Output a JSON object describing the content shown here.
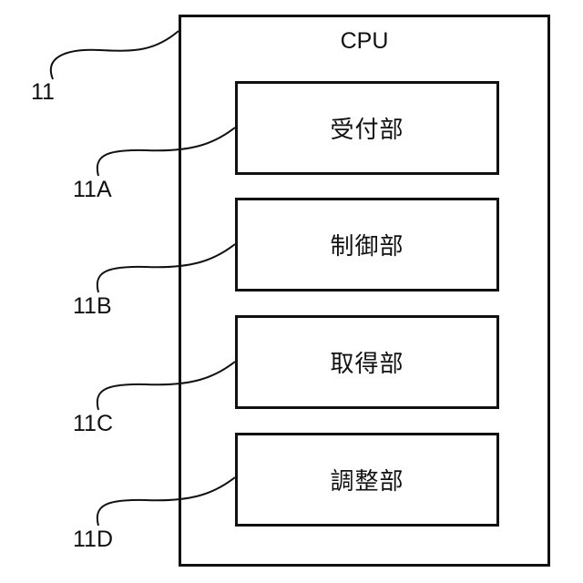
{
  "diagram": {
    "outer": {
      "title": "CPU",
      "ref": "11"
    },
    "units": [
      {
        "label": "受付部",
        "ref": "11A"
      },
      {
        "label": "制御部",
        "ref": "11B"
      },
      {
        "label": "取得部",
        "ref": "11C"
      },
      {
        "label": "調整部",
        "ref": "11D"
      }
    ],
    "line_color": "#111111"
  }
}
